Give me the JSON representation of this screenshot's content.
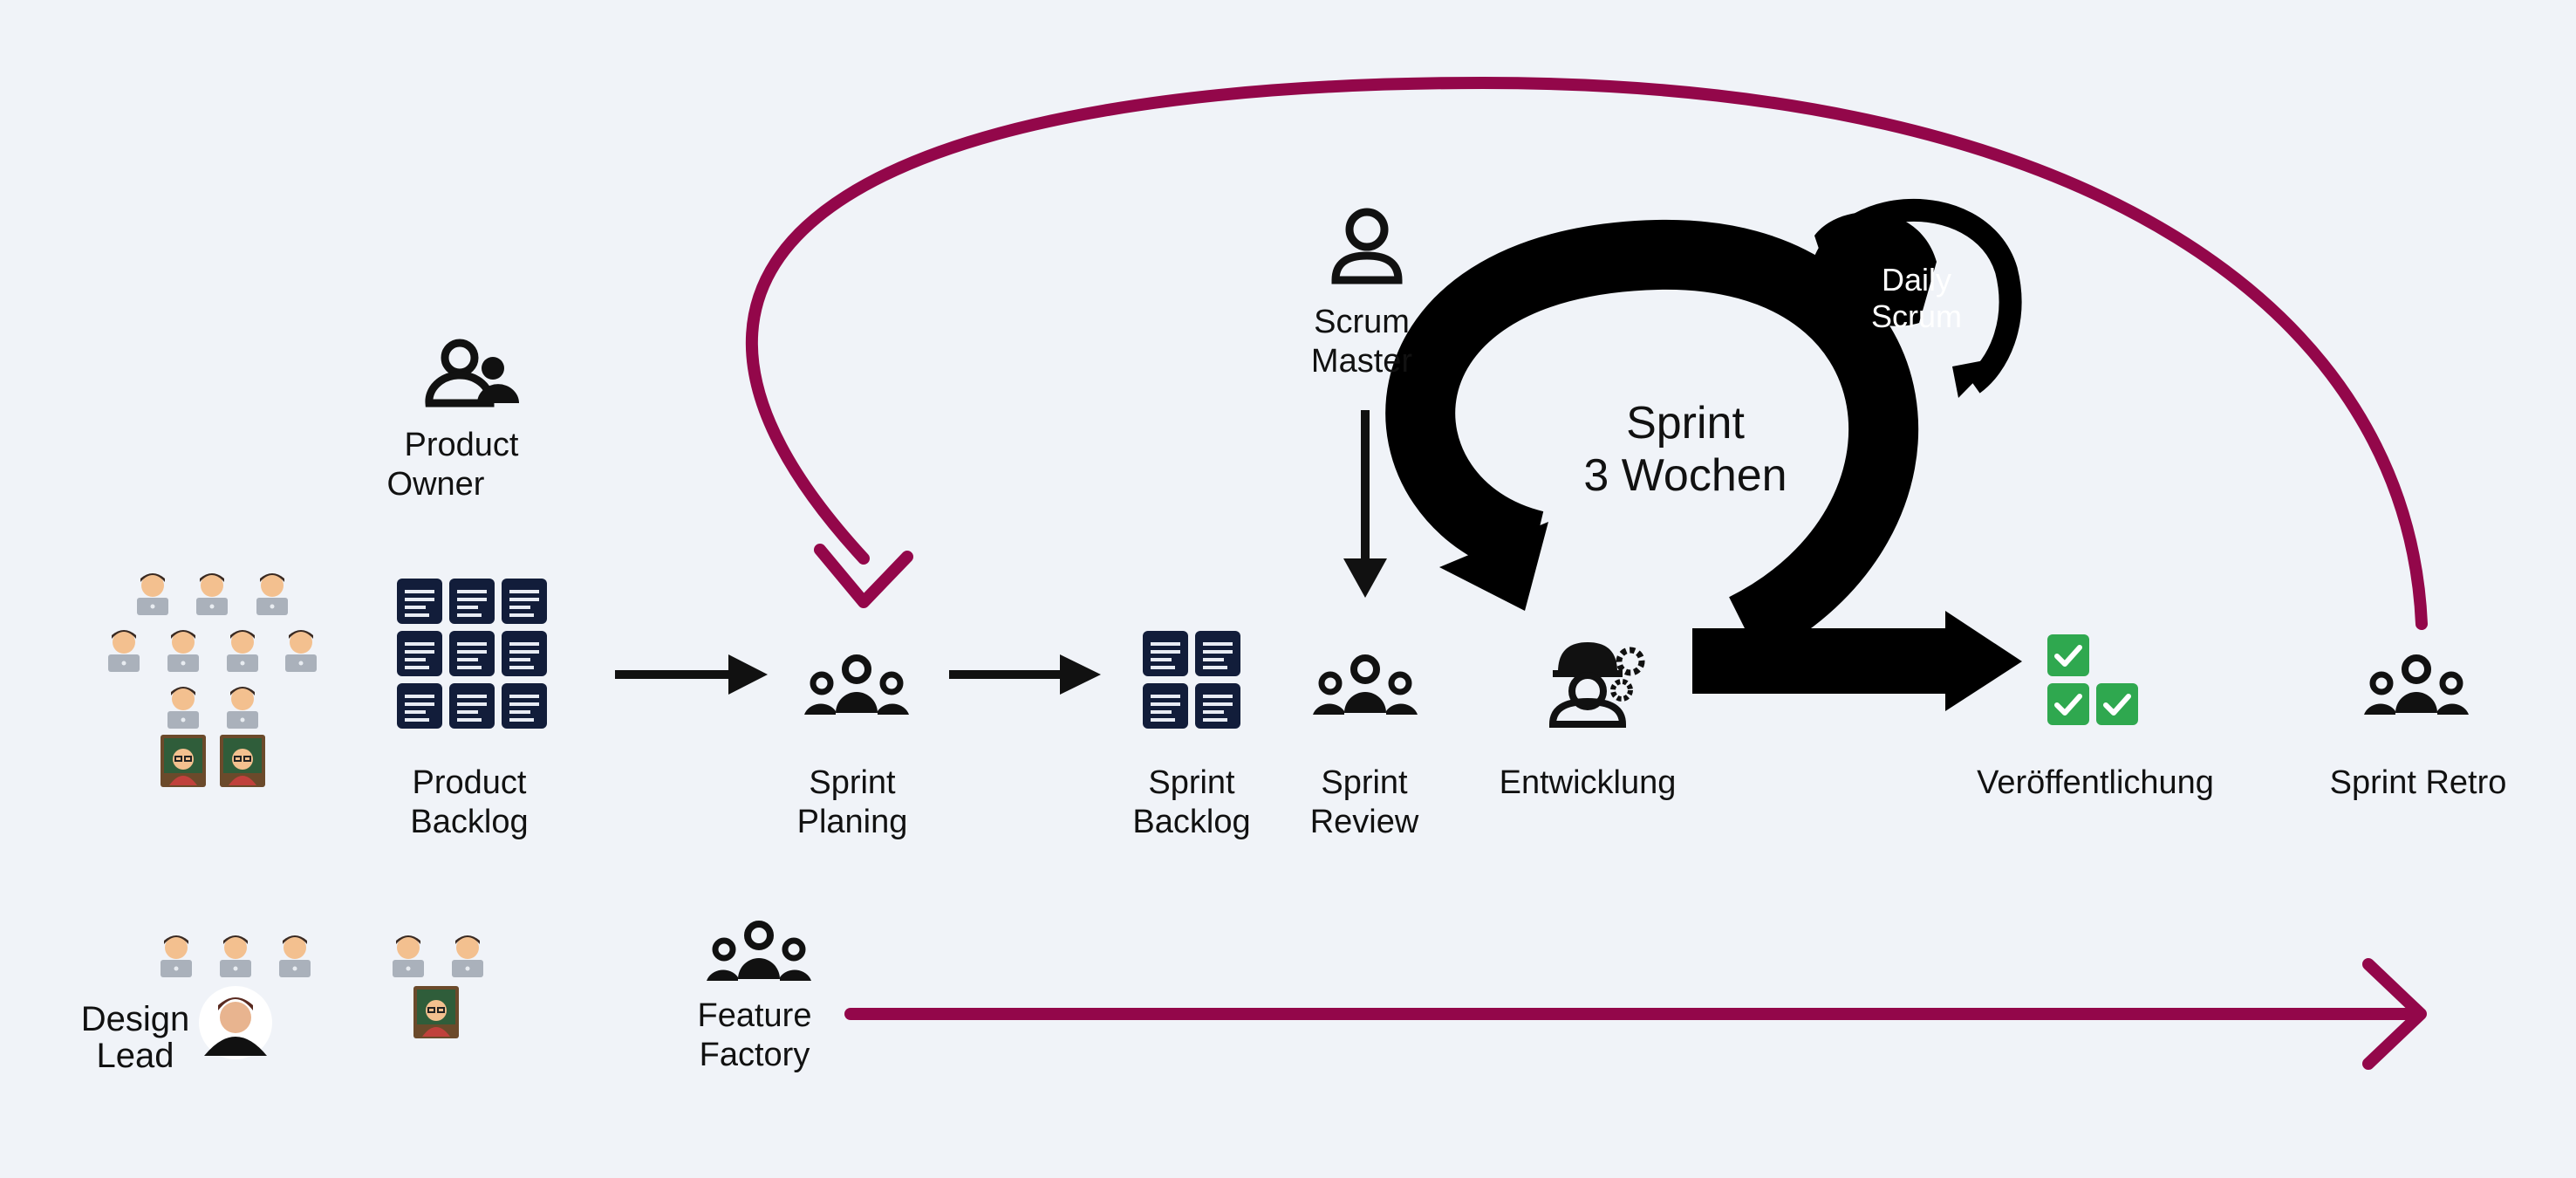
{
  "roles": {
    "product_owner": [
      "Product",
      "Owner"
    ],
    "scrum_master": [
      "Scrum",
      "Master"
    ],
    "design_lead": [
      "Design",
      "Lead"
    ]
  },
  "artifacts": {
    "product_backlog": [
      "Product",
      "Backlog"
    ],
    "sprint_backlog": [
      "Sprint",
      "Backlog"
    ]
  },
  "events": {
    "sprint_planing": [
      "Sprint",
      "Planing"
    ],
    "sprint_review": [
      "Sprint",
      "Review"
    ],
    "entwicklung": "Entwicklung",
    "veroeffentlichung": "Veröffentlichung",
    "sprint_retro": "Sprint Retro",
    "feature_factory": [
      "Feature",
      "Factory"
    ]
  },
  "cycle": {
    "sprint": [
      "Sprint",
      "3 Wochen"
    ],
    "daily_scrum": [
      "Daily",
      "Scrum"
    ]
  },
  "colors": {
    "accent": "#93074a",
    "ink": "#111111",
    "backlog_tile": "#121d3a",
    "check_green": "#2fa84f",
    "background": "#f0f3f8"
  }
}
